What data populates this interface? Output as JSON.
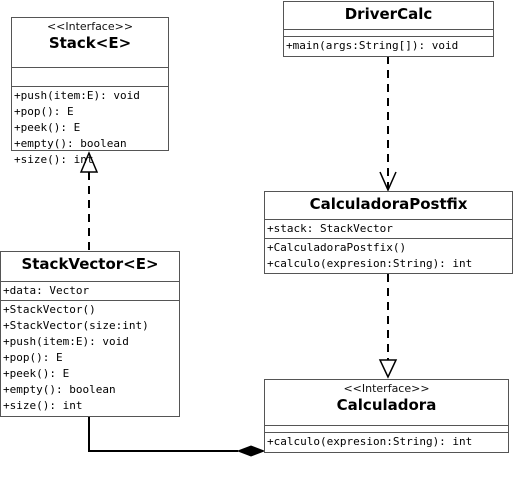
{
  "classes": {
    "stack": {
      "stereotype": "<<Interface>>",
      "name": "Stack<E>",
      "attributes": [],
      "methods": [
        "+push(item:E): void",
        "+pop(): E",
        "+peek(): E",
        "+empty(): boolean",
        "+size(): int"
      ]
    },
    "driver": {
      "name": "DriverCalc",
      "methods": [
        "+main(args:String[]): void"
      ]
    },
    "postfix": {
      "name": "CalculadoraPostfix",
      "attributes": [
        "+stack: StackVector"
      ],
      "methods": [
        "+CalculadoraPostfix()",
        "+calculo(expresion:String): int"
      ]
    },
    "stackvector": {
      "name": "StackVector<E>",
      "attributes": [
        "+data: Vector"
      ],
      "methods": [
        "+StackVector()",
        "+StackVector(size:int)",
        "+push(item:E): void",
        "+pop(): E",
        "+peek(): E",
        "+empty(): boolean",
        "+size(): int"
      ]
    },
    "calculadora": {
      "stereotype": "<<Interface>>",
      "name": "Calculadora",
      "methods": [
        "+calculo(expresion:String): int"
      ]
    }
  },
  "colors": {
    "line": "#000000",
    "border": "#555555"
  }
}
